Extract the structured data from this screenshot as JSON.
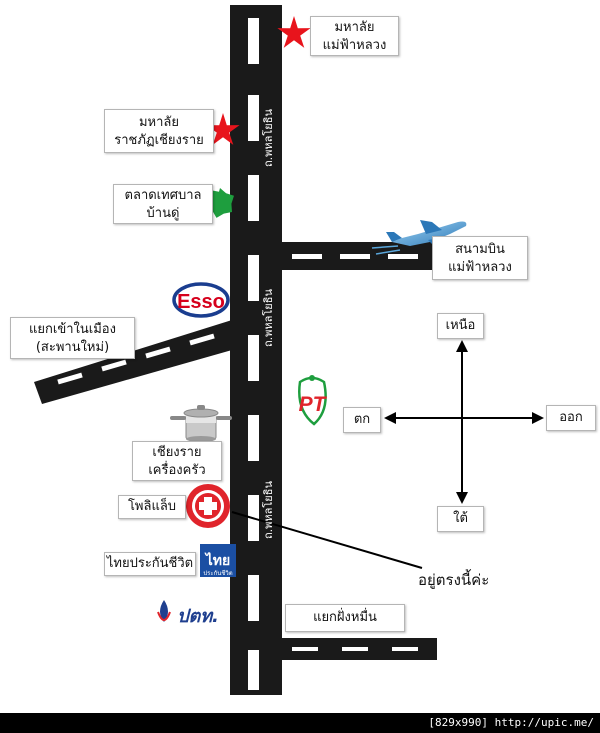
{
  "labels": {
    "mfu_top": "มหาลัย\nแม่ฟ้าหลวง",
    "crru": "มหาลัย\nราชภัฏเชียงราย",
    "market": "ตลาดเทศบาล\nบ้านดู่",
    "airport": "สนามบิน\nแม่ฟ้าหลวง",
    "city_junction": "แยกเข้าในเมือง\n(สะพานใหม่)",
    "kitchen": "เชียงราย\nเครื่องครัว",
    "polilab": "โพลิแล็บ",
    "thai_life": "ไทยประกันชีวิต",
    "fang_junction": "แยกฝั่งหมื่น",
    "here": "อยู่ตรงนี้ค่ะ"
  },
  "road_names": [
    "ถ.พหลโยธิน",
    "ถ.พหลโยธิน",
    "ถ.พหลโยธิน"
  ],
  "compass": {
    "north": "เหนือ",
    "south": "ใต้",
    "west": "ตก",
    "east": "ออก"
  },
  "logos": {
    "esso": "Esso",
    "pt": "PT",
    "thai_life_logo": "ไทย",
    "thai_life_logo_sub": "ประกันชีวิต",
    "ptt": "ปตท."
  },
  "footer": "[829x990] http://upic.me/",
  "colors": {
    "road": "#1a1a1a",
    "star_red": "#e8141c",
    "star_green": "#1e9e3e",
    "esso_red": "#d6001c",
    "esso_blue": "#1a3d8f",
    "polilab_red": "#e0242b",
    "thai_blue": "#1b4fa3",
    "ptt_blue": "#1f3f8f"
  }
}
